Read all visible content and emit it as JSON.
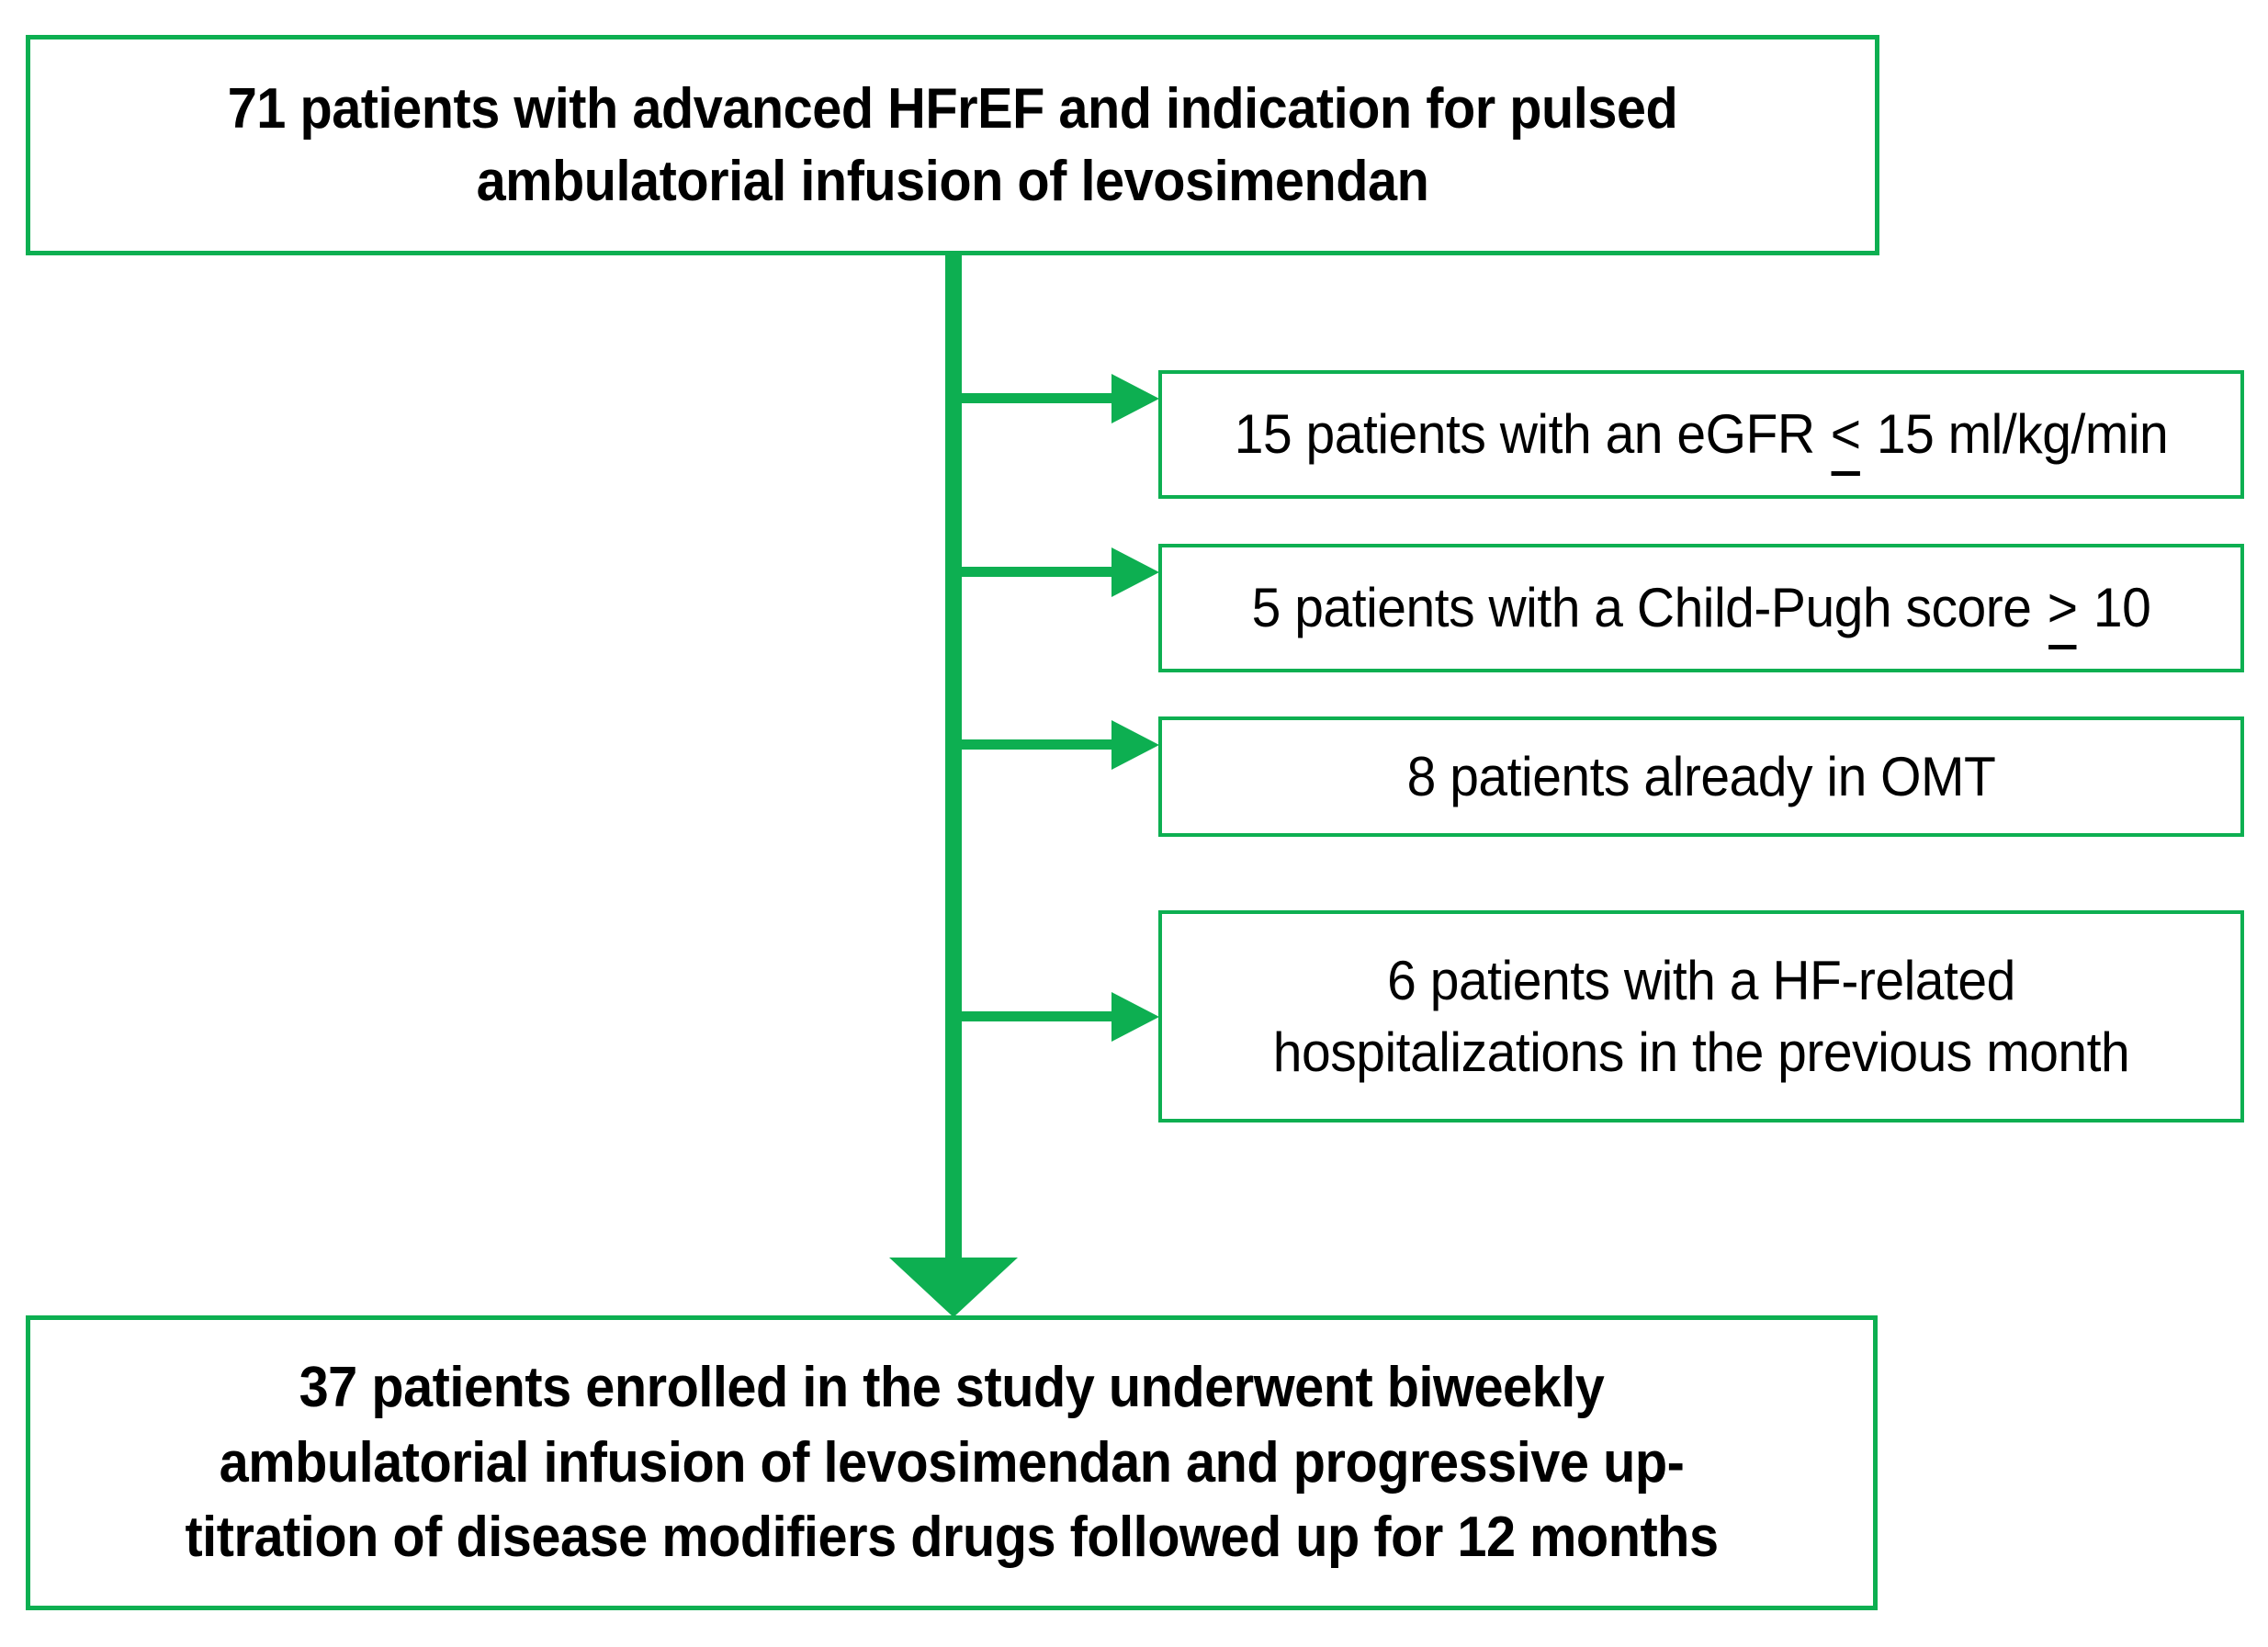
{
  "diagram": {
    "type": "flowchart",
    "orientation": "top-to-bottom with right-side exclusion branches",
    "accent_color": "#0DAF51",
    "text_color": "#000000",
    "background_color": "#FFFFFF"
  },
  "top_box": {
    "line1": "71 patients with advanced HFrEF and indication for pulsed",
    "line2": "ambulatorial infusion of levosimendan",
    "count": 71
  },
  "exclusions": [
    {
      "id": "egfr",
      "count": 15,
      "prefix": "15 patients with an eGFR ",
      "operator": "<",
      "suffix": " 15 ml/kg/min",
      "full_text": "15 patients with an eGFR ≤ 15 ml/kg/min"
    },
    {
      "id": "child-pugh",
      "count": 5,
      "prefix": "5 patients with a Child-Pugh score ",
      "operator": ">",
      "suffix": " 10",
      "full_text": "5 patients with a Child-Pugh score ≥ 10"
    },
    {
      "id": "omt",
      "count": 8,
      "prefix": "8 patients already in OMT",
      "operator": "",
      "suffix": "",
      "full_text": "8 patients already in OMT"
    },
    {
      "id": "hf-hospitalization",
      "count": 6,
      "line1": "6 patients with a HF-related",
      "line2": "hospitalizations in the previous month",
      "full_text": "6 patients with a HF-related hospitalizations in the previous month"
    }
  ],
  "bottom_box": {
    "line1": "37 patients enrolled in the study underwent biweekly",
    "line2": "ambulatorial infusion of levosimendan and progressive up-",
    "line3": "titration of disease modifiers drugs followed up for 12 months",
    "count": 37,
    "follow_up_months": 12
  }
}
